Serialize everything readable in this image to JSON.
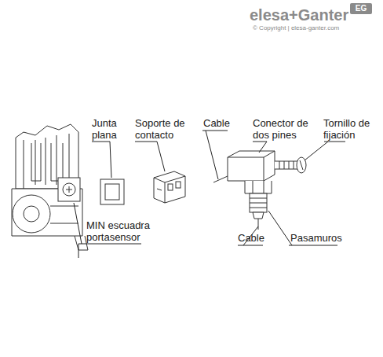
{
  "diagram": {
    "labels": [
      "elesa+Ganter",
      "EG",
      "© Copyright | elesa-ganter.com",
      "Junta plana",
      "Soporte de contacto",
      "Cable",
      "Conector de dos pines",
      "Tornillo de fijación",
      "MIN escuadra portasensor",
      "Cable",
      "Pasamuros"
    ]
  }
}
